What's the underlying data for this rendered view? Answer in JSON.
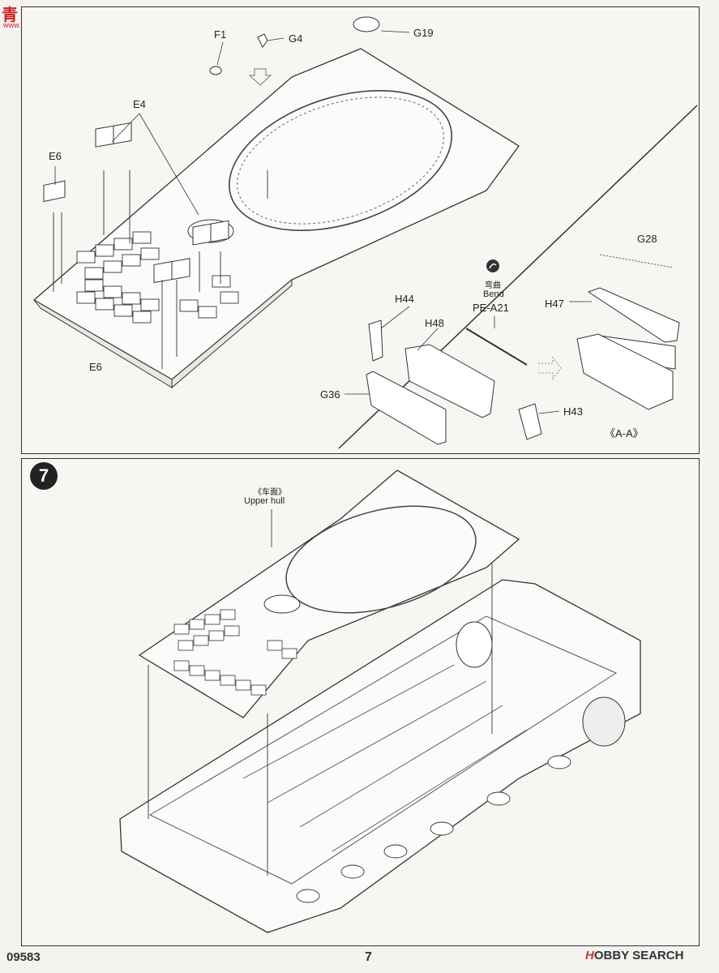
{
  "watermark": {
    "cn": "青",
    "site": "www.shouimi.com"
  },
  "step6": {
    "part_labels": {
      "f1": "F1",
      "g4": "G4",
      "g19": "G19",
      "e4": "E4",
      "e6_top": "E6",
      "e6_bottom": "E6",
      "g28": "G28",
      "h47": "H47",
      "h44": "H44",
      "h48": "H48",
      "g36": "G36",
      "h43": "H43"
    },
    "bend_cn": "弯曲",
    "bend_en": "Bend",
    "pe_part": "PE-A21",
    "section_label": "《A-A》"
  },
  "step7": {
    "number": "7",
    "upper_hull_cn": "《车面》",
    "upper_hull_en": "Upper hull"
  },
  "footer": {
    "code": "09583",
    "page": "7",
    "brand_prefix": "H",
    "brand": "OBBY SEARCH"
  }
}
